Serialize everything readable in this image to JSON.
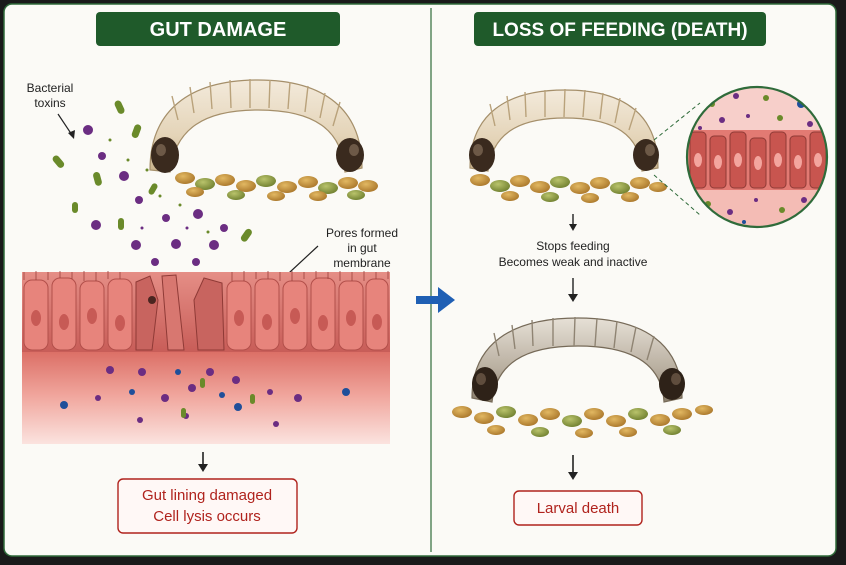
{
  "colors": {
    "title_green": "#1f5a2a",
    "panel_border": "#2f6b3a",
    "alert_red": "#b0231d",
    "arrow_blue": "#1f5fb4",
    "tissue_pink": "#d86a67",
    "larva_cream": "#e9dcc3"
  },
  "left_panel": {
    "title": "GUT DAMAGE",
    "toxin_label_line1": "Bacterial",
    "toxin_label_line2": "toxins",
    "pores_label_line1": "Pores formed",
    "pores_label_line2": "in gut",
    "pores_label_line3": "membrane",
    "result_line1": "Gut lining damaged",
    "result_line2": "Cell lysis occurs"
  },
  "right_panel": {
    "title": "LOSS OF FEEDING (DEATH)",
    "status_line1": "Stops feeding",
    "status_line2": "Becomes weak and inactive",
    "result": "Larval death"
  },
  "icons": {
    "flow_arrow": "right-arrow-icon",
    "step_arrow": "down-arrow-icon"
  }
}
